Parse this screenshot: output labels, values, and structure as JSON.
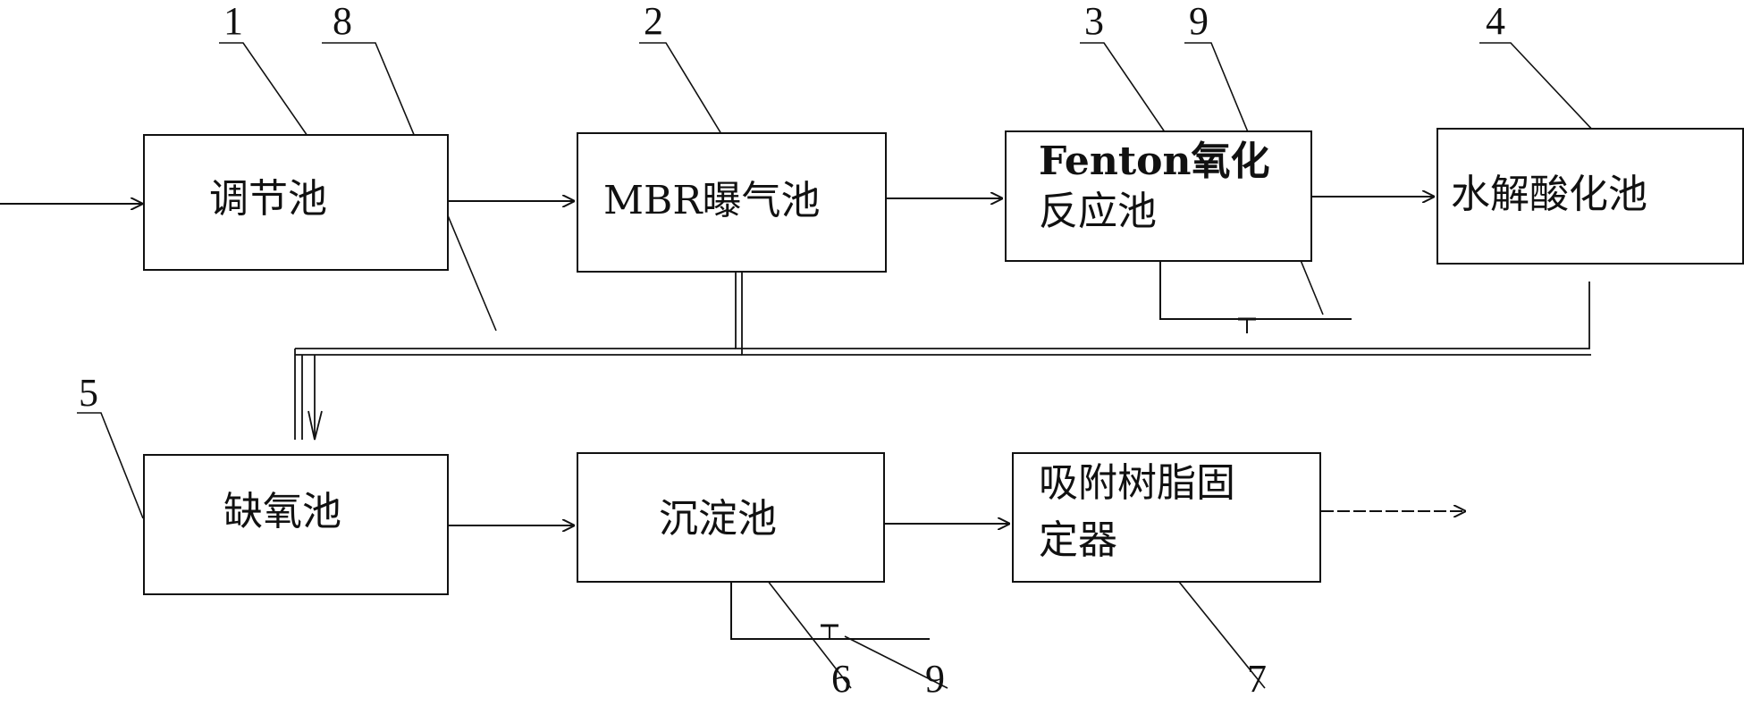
{
  "boxes": {
    "b1": {
      "label": "调节池"
    },
    "b2": {
      "label": "MBR曝气池"
    },
    "b3": {
      "line1": "Fenton氧化",
      "line2": "反应池"
    },
    "b4": {
      "label": "水解酸化池"
    },
    "b5": {
      "label": "缺氧池"
    },
    "b6": {
      "label": "沉淀池"
    },
    "b7": {
      "line1": "吸附树脂固",
      "line2": "定器"
    }
  },
  "numbers": {
    "n1": "1",
    "n2": "2",
    "n3": "3",
    "n4": "4",
    "n5": "5",
    "n6": "6",
    "n7": "7",
    "n8": "8",
    "n9a": "9",
    "n9b": "9"
  }
}
